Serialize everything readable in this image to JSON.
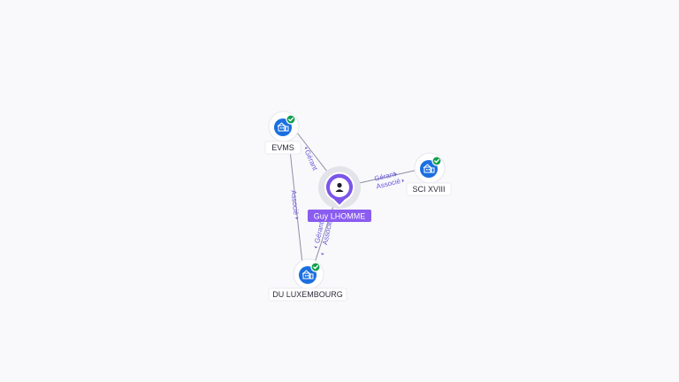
{
  "graph": {
    "person": {
      "name": "Guy LHOMME",
      "icon": "person-icon"
    },
    "companies": [
      {
        "id": "evms",
        "name": "EVMS",
        "icon": "building-icon",
        "verified": true
      },
      {
        "id": "sci",
        "name": "SCI XVIII",
        "icon": "building-icon",
        "verified": true
      },
      {
        "id": "dulux",
        "name": "DU LUXEMBOURG",
        "icon": "building-icon",
        "verified": true
      }
    ],
    "relations": [
      {
        "id": "person-evms",
        "labels": [
          "Gérant"
        ]
      },
      {
        "id": "person-sci",
        "labels": [
          "Gérant",
          "Associé"
        ]
      },
      {
        "id": "person-dulux",
        "labels": [
          "Gérant",
          "Associé"
        ]
      },
      {
        "id": "evms-dulux",
        "labels": [
          "Associé"
        ]
      }
    ]
  },
  "colors": {
    "person_accent": "#8a5cf0",
    "company_accent": "#1a6fe0",
    "verified": "#0e9f4c",
    "relation_label": "#6a5ad8"
  }
}
